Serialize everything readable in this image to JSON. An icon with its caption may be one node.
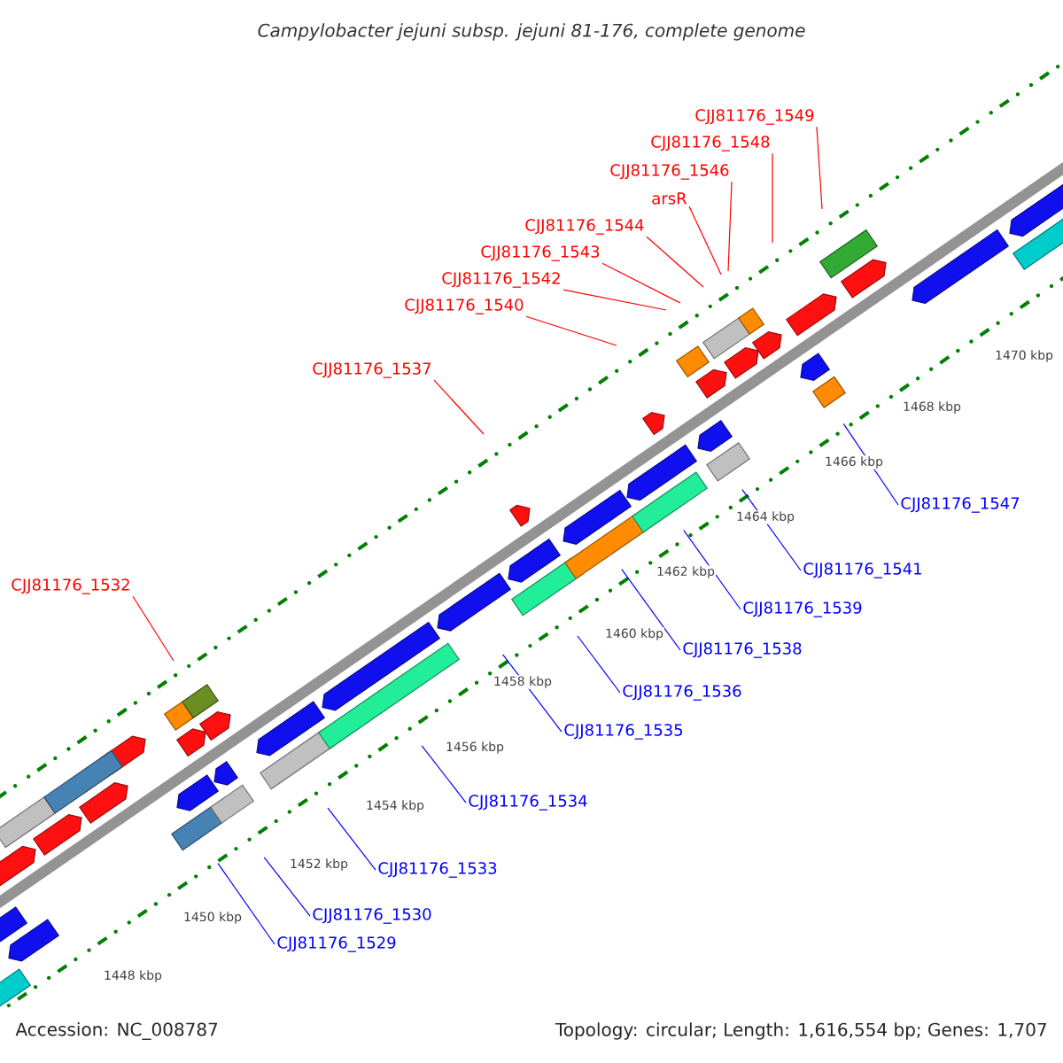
{
  "diagram": {
    "title": "Campylobacter jejuni subsp. jejuni 81-176, complete genome",
    "nodes": [
      {
        "text": [
          "CJJ81176_1549"
        ]
      },
      {
        "text": [
          "CJJ81176_1548"
        ]
      },
      {
        "text": [
          "CJJ81176_1546"
        ]
      },
      {
        "text": [
          "arsR"
        ]
      },
      {
        "text": [
          "CJJ81176_1544"
        ]
      },
      {
        "text": [
          "CJJ81176_1543"
        ]
      },
      {
        "text": [
          "CJJ81176_1542"
        ]
      },
      {
        "text": [
          "CJJ81176_1540"
        ]
      },
      {
        "text": [
          "CJJ81176_1537"
        ]
      },
      {
        "text": [
          "CJJ81176_1547"
        ]
      },
      {
        "text": [
          "CJJ81176_1541"
        ]
      },
      {
        "text": [
          "CJJ81176_1532"
        ]
      },
      {
        "text": [
          "CJJ81176_1539"
        ]
      },
      {
        "text": [
          "CJJ81176_1538"
        ]
      },
      {
        "text": [
          "CJJ81176_1536"
        ]
      },
      {
        "text": [
          "CJJ81176_1535"
        ]
      },
      {
        "text": [
          "CJJ81176_1534"
        ]
      },
      {
        "text": [
          "CJJ81176_1533"
        ]
      },
      {
        "text": [
          "CJJ81176_1530"
        ]
      },
      {
        "text": [
          "CJJ81176_1529"
        ]
      }
    ],
    "edges": [
      {
        "from": 0,
        "to": null,
        "arrow": "none",
        "color": "#ff0000"
      },
      {
        "from": 1,
        "to": null,
        "arrow": "none",
        "color": "#ff0000"
      },
      {
        "from": 2,
        "to": null,
        "arrow": "none",
        "color": "#ff0000"
      },
      {
        "from": 3,
        "to": null,
        "arrow": "none",
        "color": "#ff0000"
      },
      {
        "from": 4,
        "to": null,
        "arrow": "none",
        "color": "#ff0000"
      },
      {
        "from": 5,
        "to": null,
        "arrow": "none",
        "color": "#ff0000"
      },
      {
        "from": 6,
        "to": null,
        "arrow": "none",
        "color": "#ff0000"
      },
      {
        "from": 7,
        "to": null,
        "arrow": "none",
        "color": "#ff0000"
      },
      {
        "from": 8,
        "to": null,
        "arrow": "none",
        "color": "#ff0000"
      },
      {
        "from": 9,
        "to": null,
        "arrow": "none",
        "color": "#0000ff"
      },
      {
        "from": 10,
        "to": null,
        "arrow": "none",
        "color": "#0000ff"
      },
      {
        "from": 11,
        "to": null,
        "arrow": "none",
        "color": "#ff0000"
      },
      {
        "from": 12,
        "to": null,
        "arrow": "none",
        "color": "#0000ff"
      },
      {
        "from": 13,
        "to": null,
        "arrow": "none",
        "color": "#0000ff"
      },
      {
        "from": 14,
        "to": null,
        "arrow": "none",
        "color": "#0000ff"
      },
      {
        "from": 15,
        "to": null,
        "arrow": "none",
        "color": "#0000ff"
      },
      {
        "from": 16,
        "to": null,
        "arrow": "none",
        "color": "#0000ff"
      },
      {
        "from": 17,
        "to": null,
        "arrow": "none",
        "color": "#0000ff"
      },
      {
        "from": 18,
        "to": null,
        "arrow": "none",
        "color": "#0000ff"
      },
      {
        "from": 19,
        "to": null,
        "arrow": "none",
        "color": "#0000ff"
      }
    ],
    "labels": [
      "1470 kbp",
      "1468 kbp",
      "1466 kbp",
      "1464 kbp",
      "1462 kbp",
      "1460 kbp",
      "1458 kbp",
      "1456 kbp",
      "1454 kbp",
      "1452 kbp",
      "1450 kbp",
      "1448 kbp",
      "Accession: NC_008787",
      "Topology: circular; Length: 1,616,554 bp; Genes: 1,707"
    ]
  }
}
